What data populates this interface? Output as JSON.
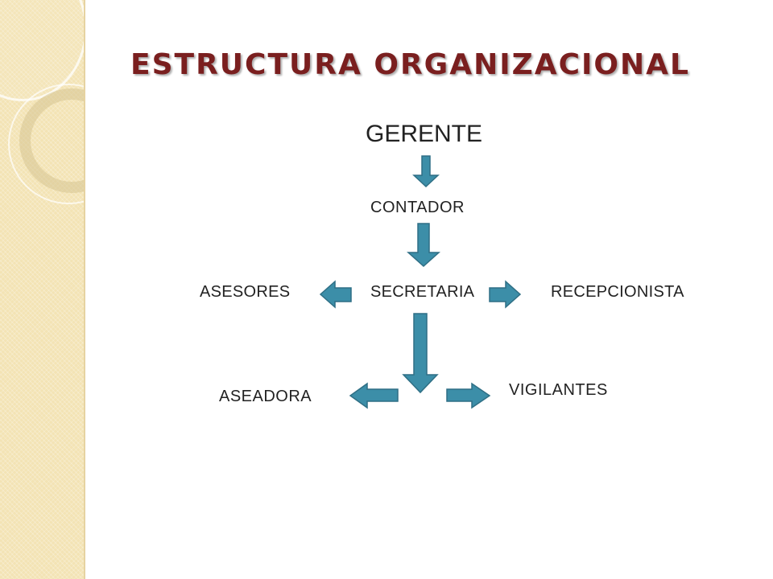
{
  "slide": {
    "title": "ESTRUCTURA ORGANIZACIONAL",
    "accent_color": "#7a1f1f",
    "arrow_color": "#3c8ea8",
    "sidebar_color": "#f3e3b4"
  },
  "chart": {
    "roles": {
      "gerente": "GERENTE",
      "contador": "CONTADOR",
      "asesores": "ASESORES",
      "secretaria": "SECRETARIA",
      "recepcionista": "RECEPCIONISTA",
      "aseadora": "ASEADORA",
      "vigilantes": "VIGILANTES"
    }
  }
}
